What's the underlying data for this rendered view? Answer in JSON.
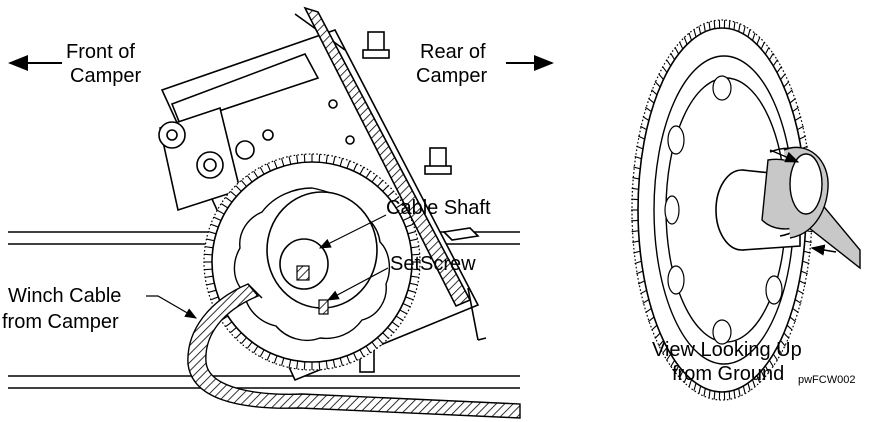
{
  "labels": {
    "front_line1": "Front of",
    "front_line2": "Camper",
    "rear_line1": "Rear of",
    "rear_line2": "Camper",
    "cable_shaft": "Cable Shaft",
    "set_screw": "SetScrew",
    "winch_line1": "Winch Cable",
    "winch_line2": "from Camper",
    "view_line1": "View Looking Up",
    "view_line2": "from Ground",
    "figure_id": "pwFCW002"
  },
  "colors": {
    "ink": "#000000",
    "paper": "#ffffff",
    "cable_fill": "#c8c8c8"
  }
}
